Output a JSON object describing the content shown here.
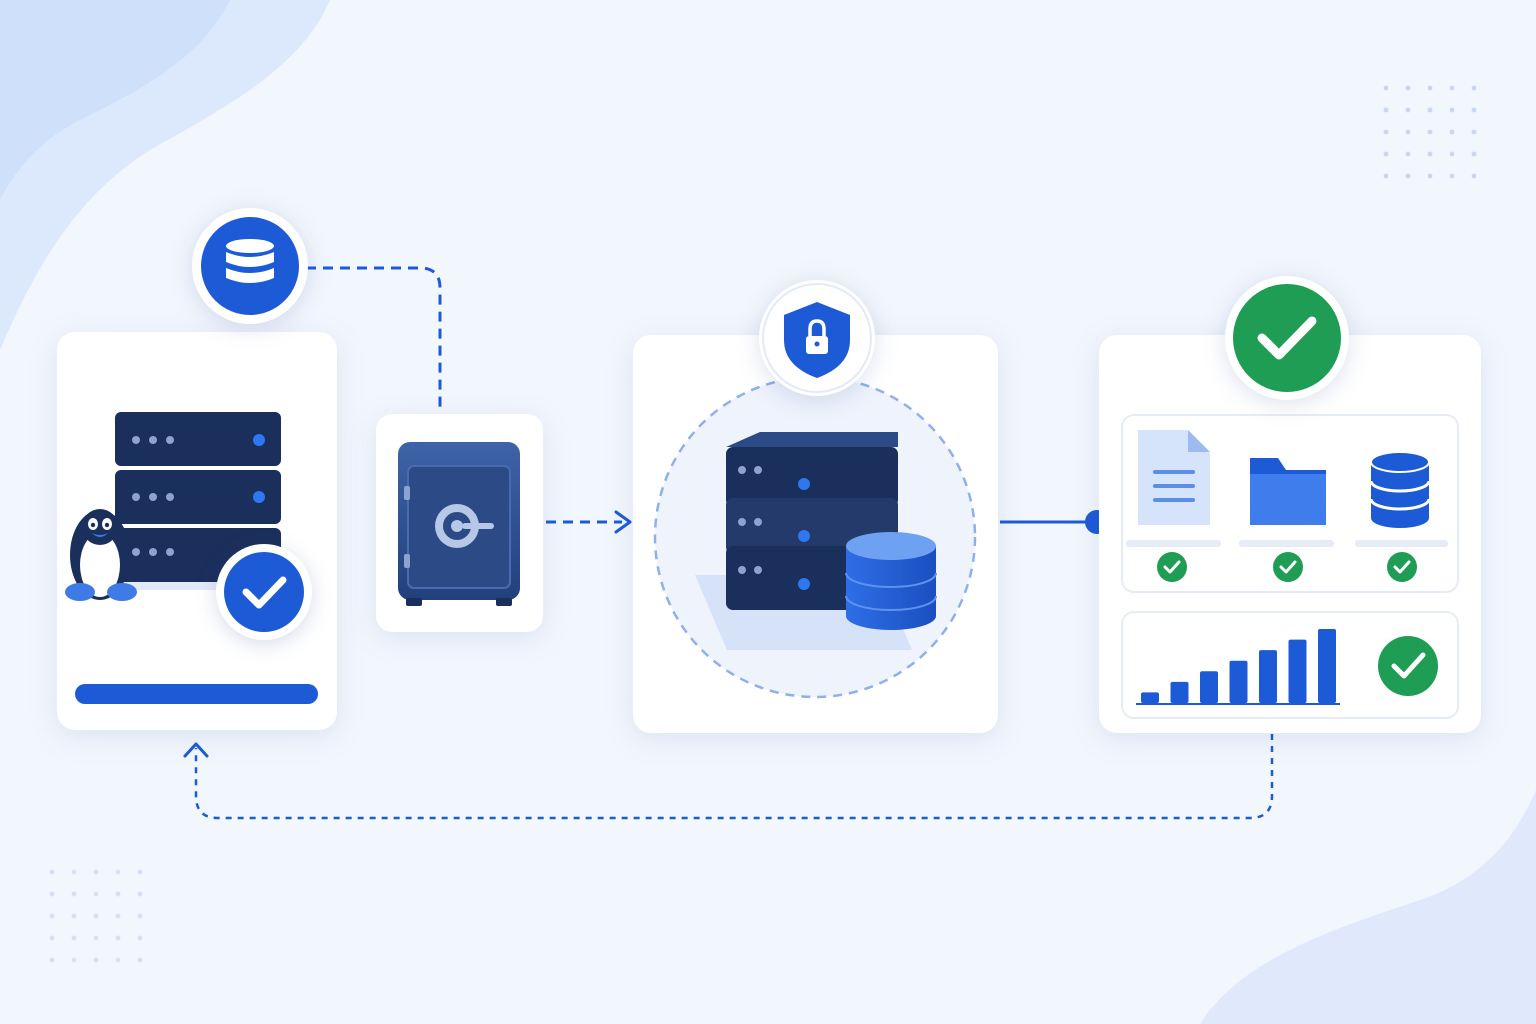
{
  "diagram": {
    "nodes": [
      {
        "id": "source",
        "icons": [
          "server-rack-icon",
          "linux-penguin-icon",
          "check-badge-icon",
          "progress-bar"
        ],
        "progress": 1.0
      },
      {
        "id": "database-badge",
        "icons": [
          "database-icon"
        ]
      },
      {
        "id": "vault",
        "icons": [
          "safe-vault-icon"
        ]
      },
      {
        "id": "secure-storage",
        "icons": [
          "shield-lock-icon",
          "server-stack-icon",
          "database-cylinder-icon"
        ]
      },
      {
        "id": "verification",
        "icons": [
          "check-circle-icon",
          "document-icon",
          "folder-icon",
          "database-icon",
          "bar-chart-icon"
        ]
      }
    ],
    "edges": [
      {
        "from": "database-badge",
        "to": "vault",
        "style": "dashed"
      },
      {
        "from": "vault",
        "to": "secure-storage",
        "style": "dashed-arrow"
      },
      {
        "from": "secure-storage",
        "to": "verification",
        "style": "solid-dot"
      },
      {
        "from": "verification",
        "to": "source",
        "style": "dashed-arrow"
      }
    ],
    "verified_items": [
      {
        "icon": "document-icon",
        "status": "ok"
      },
      {
        "icon": "folder-icon",
        "status": "ok"
      },
      {
        "icon": "database-icon",
        "status": "ok"
      }
    ],
    "bar_chart": {
      "values": [
        1,
        2,
        3,
        4,
        5,
        6,
        7
      ],
      "status": "ok"
    }
  },
  "colors": {
    "background": "#f2f6fd",
    "primary_blue": "#1d5bd6",
    "navy": "#1b2f5c",
    "green": "#1f9d55",
    "card": "#ffffff"
  }
}
